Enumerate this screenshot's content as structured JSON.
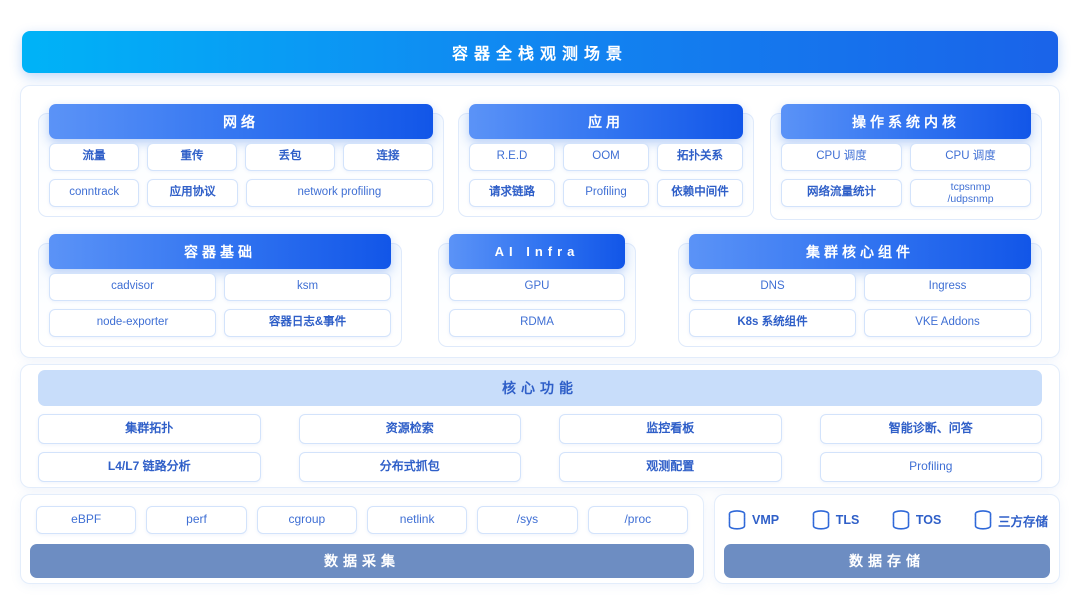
{
  "title": "容器全栈观测场景",
  "domains": [
    {
      "id": "network",
      "header": "网络",
      "rows": [
        [
          {
            "label": "流量",
            "cjk": true
          },
          {
            "label": "重传",
            "cjk": true
          },
          {
            "label": "丢包",
            "cjk": true
          },
          {
            "label": "连接",
            "cjk": true
          }
        ],
        [
          {
            "label": "conntrack",
            "cjk": false,
            "flex": 1.05
          },
          {
            "label": "应用协议",
            "cjk": true,
            "flex": 1.05
          },
          {
            "label": "network profiling",
            "cjk": false,
            "flex": 2.2
          }
        ]
      ]
    },
    {
      "id": "app",
      "header": "应用",
      "rows": [
        [
          {
            "label": "R.E.D",
            "cjk": false
          },
          {
            "label": "OOM",
            "cjk": false
          },
          {
            "label": "拓扑关系",
            "cjk": true
          }
        ],
        [
          {
            "label": "请求链路",
            "cjk": true
          },
          {
            "label": "Profiling",
            "cjk": false
          },
          {
            "label": "依赖中间件",
            "cjk": true
          }
        ]
      ]
    },
    {
      "id": "os",
      "header": "操作系统内核",
      "rows": [
        [
          {
            "label": "CPU 调度",
            "cjk": false
          },
          {
            "label": "CPU 调度",
            "cjk": false
          }
        ],
        [
          {
            "label": "网络流量统计",
            "cjk": true
          },
          {
            "label": "tcpsnmp\n/udpsnmp",
            "cjk": false,
            "two_line": true
          }
        ]
      ]
    },
    {
      "id": "container",
      "header": "容器基础",
      "rows": [
        [
          {
            "label": "cadvisor",
            "cjk": false
          },
          {
            "label": "ksm",
            "cjk": false
          }
        ],
        [
          {
            "label": "node-exporter",
            "cjk": false
          },
          {
            "label": "容器日志&事件",
            "cjk": true
          }
        ]
      ]
    },
    {
      "id": "ai",
      "header": "AI Infra",
      "latin_header": true,
      "rows": [
        [
          {
            "label": "GPU",
            "cjk": false
          }
        ],
        [
          {
            "label": "RDMA",
            "cjk": false
          }
        ]
      ]
    },
    {
      "id": "cluster",
      "header": "集群核心组件",
      "rows": [
        [
          {
            "label": "DNS",
            "cjk": false
          },
          {
            "label": "Ingress",
            "cjk": false
          }
        ],
        [
          {
            "label": "K8s 系统组件",
            "cjk": true
          },
          {
            "label": "VKE Addons",
            "cjk": false
          }
        ]
      ]
    }
  ],
  "core": {
    "header": "核心功能",
    "rows": [
      [
        {
          "label": "集群拓扑",
          "cjk": true
        },
        {
          "label": "资源检索",
          "cjk": true
        },
        {
          "label": "监控看板",
          "cjk": true
        },
        {
          "label": "智能诊断、问答",
          "cjk": true
        }
      ],
      [
        {
          "label": "L4/L7 链路分析",
          "cjk": true
        },
        {
          "label": "分布式抓包",
          "cjk": true
        },
        {
          "label": "观测配置",
          "cjk": true
        },
        {
          "label": "Profiling",
          "cjk": false
        }
      ]
    ]
  },
  "collection": {
    "footer": "数据采集",
    "items": [
      {
        "label": "eBPF"
      },
      {
        "label": "perf"
      },
      {
        "label": "cgroup"
      },
      {
        "label": "netlink"
      },
      {
        "label": "/sys"
      },
      {
        "label": "/proc"
      }
    ]
  },
  "storage": {
    "footer": "数据存储",
    "items": [
      {
        "label": "VMP",
        "icon": "database-icon"
      },
      {
        "label": "TLS",
        "icon": "database-icon"
      },
      {
        "label": "TOS",
        "icon": "database-icon"
      },
      {
        "label": "三方存储",
        "icon": "database-icon"
      }
    ]
  },
  "colors": {
    "title_gradient_start": "#00b3f7",
    "title_gradient_end": "#1a63e9",
    "panel_header_start": "#5b93f7",
    "panel_header_end": "#1256e8",
    "core_header_bg": "#c8ddfa",
    "footer_bar_bg": "#6d8dc2",
    "pill_border": "#d3e3fb",
    "text_blue": "#2f5fc8"
  }
}
